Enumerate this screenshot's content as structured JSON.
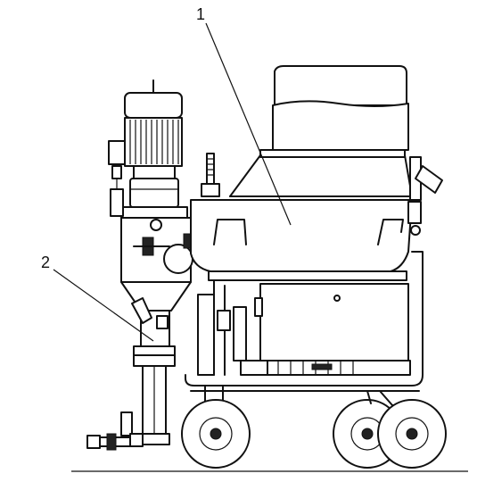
{
  "callouts": [
    {
      "label": "1",
      "part": "hopper"
    },
    {
      "label": "2",
      "part": "pump-outlet"
    }
  ],
  "colors": {
    "ink": "#111111",
    "paper": "#ffffff"
  }
}
